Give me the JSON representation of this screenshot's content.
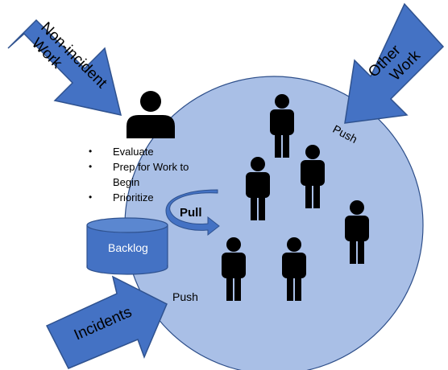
{
  "arrows": {
    "non_incident": {
      "line1": "Non-incident",
      "line2": "Work"
    },
    "other_work": {
      "line1": "Other",
      "line2": "Work"
    },
    "incidents": {
      "label": "Incidents"
    }
  },
  "manager_tasks": [
    "Evaluate",
    "Prep for Work to Begin",
    "Prioritize"
  ],
  "backlog_label": "Backlog",
  "pull_label": "Pull",
  "push_top_label": "Push",
  "push_bottom_label": "Push",
  "colors": {
    "circle_fill": "#a9bfe6",
    "circle_stroke": "#2e4f8a",
    "arrow_fill": "#4472c4",
    "arrow_stroke": "#2f528f",
    "person": "#000000"
  }
}
